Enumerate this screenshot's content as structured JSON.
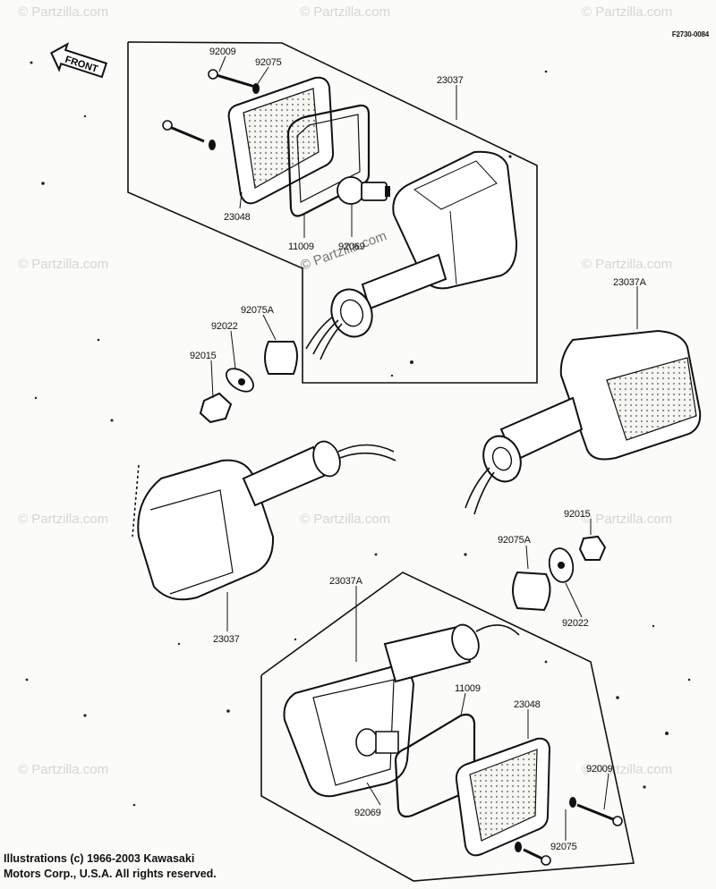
{
  "figure_ref": "F2730-0084",
  "front_label": "FRONT",
  "watermark": "© Partzilla.com",
  "copyright": {
    "line1": "Illustrations (c) 1966-2003 Kawasaki",
    "line2": "Motors Corp., U.S.A.  All rights reserved."
  },
  "parts": {
    "p92009_top": "92009",
    "p92075_top": "92075",
    "p23037_top": "23037",
    "p23048_top": "23048",
    "p11009_top": "11009",
    "p92069_top": "92069",
    "p92075A_top": "92075A",
    "p92022_top": "92022",
    "p92015_top": "92015",
    "p23037A_right": "23037A",
    "p23037_left": "23037",
    "p92015_right": "92015",
    "p92075A_right": "92075A",
    "p92022_right": "92022",
    "p23037A_bottom": "23037A",
    "p11009_bottom": "11009",
    "p23048_bottom": "23048",
    "p92009_bottom": "92009",
    "p92069_bottom": "92069",
    "p92075_bottom": "92075"
  }
}
